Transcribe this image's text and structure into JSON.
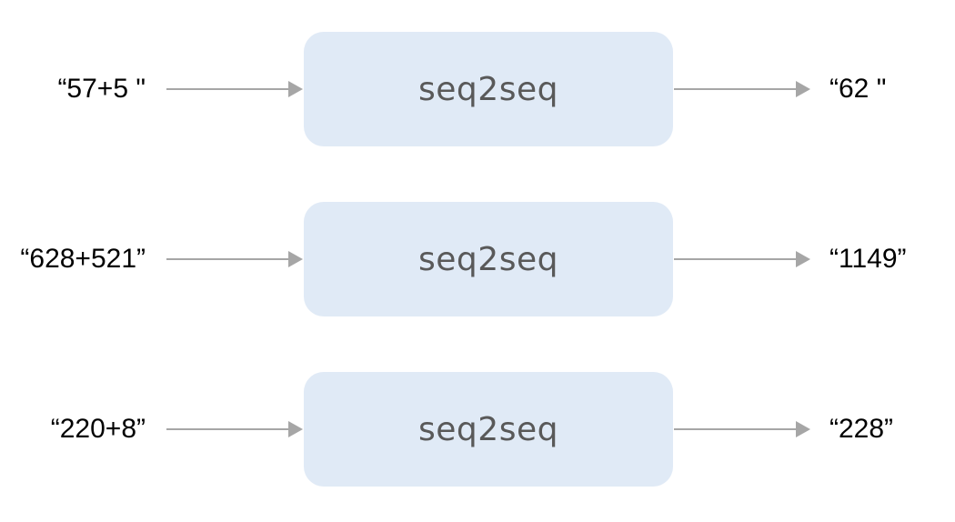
{
  "colors": {
    "box_fill": "#e0eaf6",
    "box_text": "#595959",
    "arrow": "#a6a6a6",
    "io_text": "#000000"
  },
  "rows": [
    {
      "input": "“57+5 \"",
      "model": "seq2seq",
      "output": "“62 \""
    },
    {
      "input": "“628+521”",
      "model": "seq2seq",
      "output": "“1149”"
    },
    {
      "input": "“220+8”",
      "model": "seq2seq",
      "output": "“228”"
    }
  ]
}
